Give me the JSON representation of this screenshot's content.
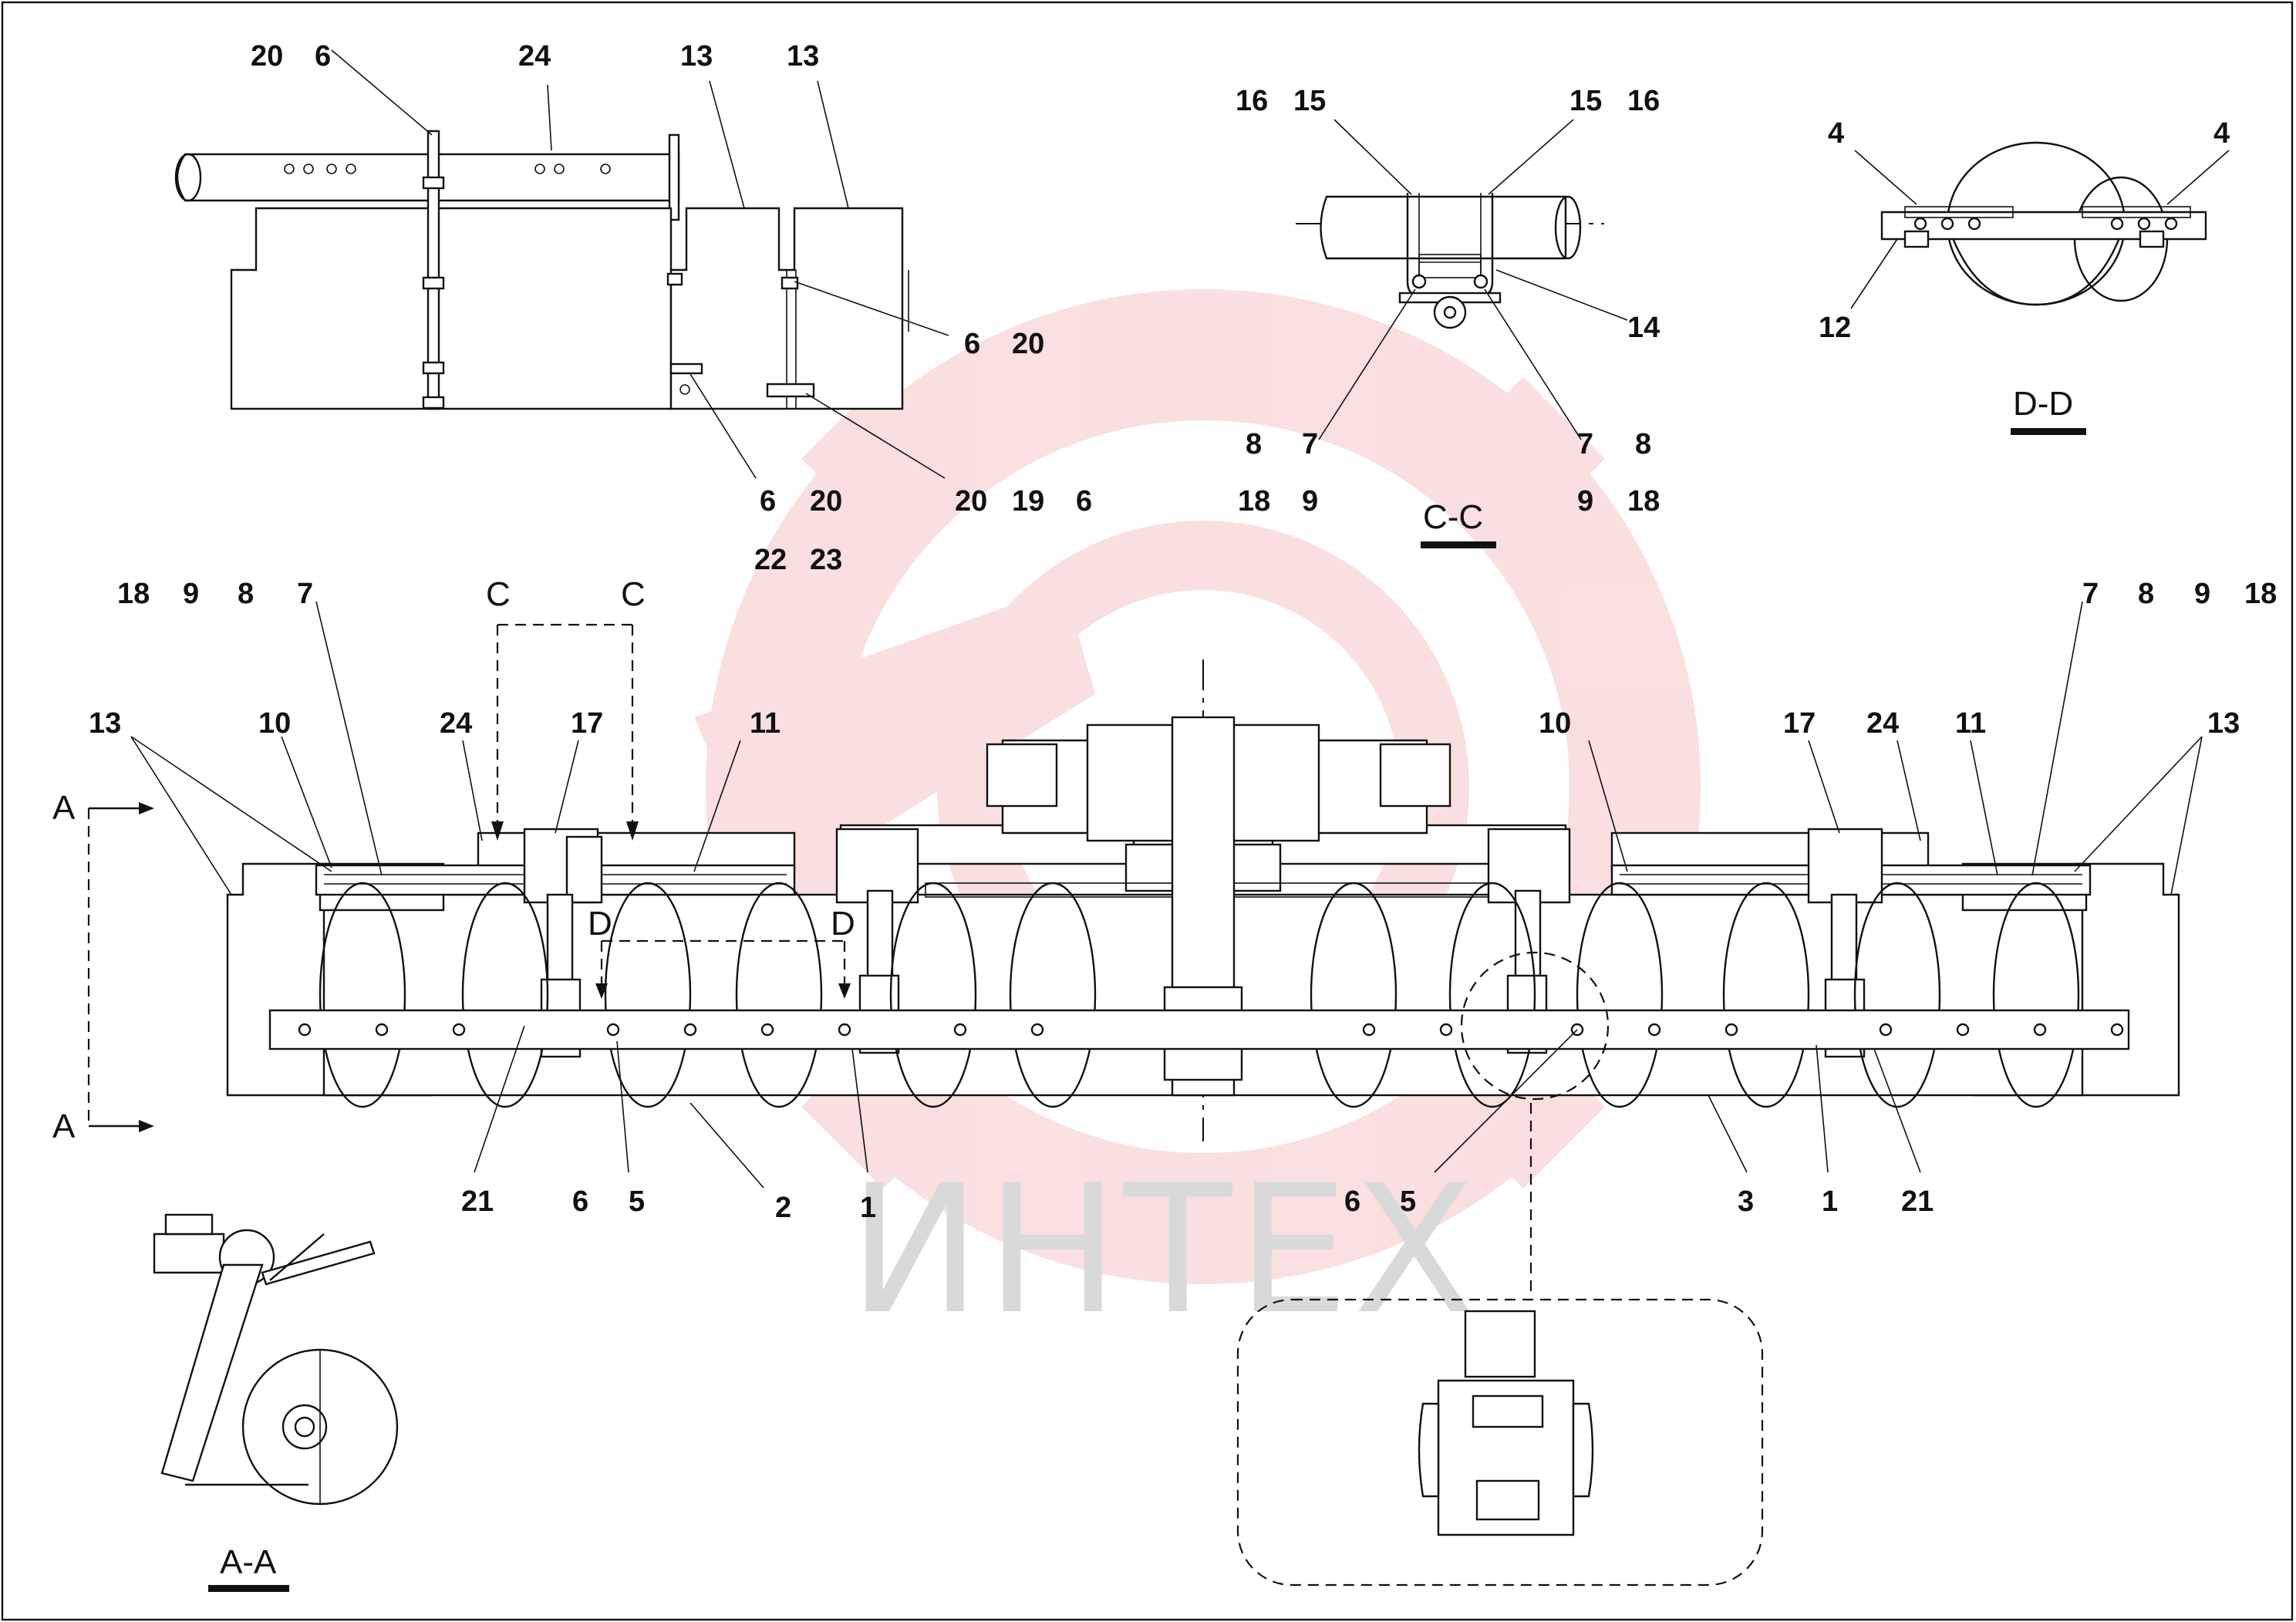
{
  "watermark": {
    "text": "ИНТЕХ",
    "color": "#d9d9d9",
    "gear_color": "#f5c6c6"
  },
  "section_titles": {
    "aa": "A-A",
    "cc": "C-C",
    "dd": "D-D"
  },
  "cut_letters": {
    "a_top": "A",
    "a_bottom": "A",
    "c_left": "C",
    "c_right": "C",
    "d_left": "D",
    "d_right": "D"
  },
  "callouts": {
    "top_view": [
      "20",
      "6",
      "24",
      "13",
      "13",
      "6",
      "20",
      "6",
      "20",
      "20",
      "19",
      "6",
      "22",
      "23"
    ],
    "section_cc": [
      "16",
      "15",
      "15",
      "16",
      "14",
      "8",
      "7",
      "7",
      "8",
      "18",
      "9",
      "9",
      "18"
    ],
    "section_dd": [
      "4",
      "4",
      "12"
    ],
    "main_top_left": [
      "18",
      "9",
      "8",
      "7"
    ],
    "main_top_right": [
      "7",
      "8",
      "9",
      "18"
    ],
    "main_upper": [
      "13",
      "10",
      "24",
      "17",
      "11",
      "10",
      "17",
      "24",
      "11",
      "13"
    ],
    "main_lower": [
      "21",
      "6",
      "5",
      "2",
      "1",
      "6",
      "5",
      "3",
      "1",
      "21"
    ]
  }
}
